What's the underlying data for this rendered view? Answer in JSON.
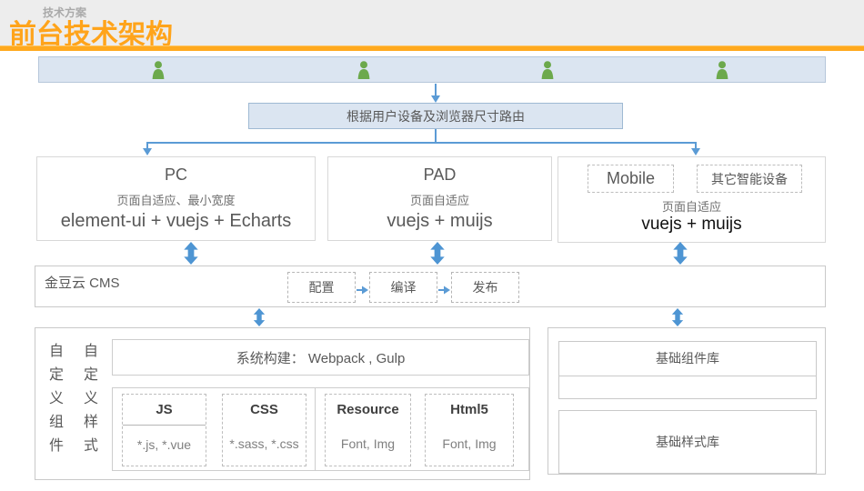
{
  "header": {
    "eyebrow": "技术方案",
    "title": "前台技术架构"
  },
  "router": {
    "label": "根据用户设备及浏览器尺寸路由"
  },
  "devices": {
    "pc": {
      "title": "PC",
      "subtitle": "页面自适应、最小宽度",
      "stack": "element-ui + vuejs + Echarts"
    },
    "pad": {
      "title": "PAD",
      "subtitle": "页面自适应",
      "stack": "vuejs + muijs"
    },
    "mobile": {
      "tags": [
        "Mobile",
        "其它智能设备"
      ],
      "subtitle": "页面自适应",
      "stack": "vuejs + muijs"
    }
  },
  "cms": {
    "label": "金豆云 CMS",
    "pipeline": [
      "配置",
      "编译",
      "发布"
    ]
  },
  "build": {
    "left_labels": [
      "自定义组件",
      "自定义样式"
    ],
    "system_label": "系统构建： Webpack , Gulp",
    "modules": [
      {
        "title": "JS",
        "detail": "*.js, *.vue"
      },
      {
        "title": "CSS",
        "detail": "*.sass, *.css"
      },
      {
        "title": "Resource",
        "detail": "Font, Img"
      },
      {
        "title": "Html5",
        "detail": "Font, Img"
      }
    ]
  },
  "libs": {
    "component_lib": "基础组件库",
    "style_lib": "基础样式库"
  },
  "icons": {
    "user": "user-icon",
    "arrow_down": "arrow-down-icon",
    "double_arrow": "double-arrow-vertical-icon",
    "flow_arrow": "arrow-right-icon"
  },
  "colors": {
    "accent_orange": "#FFA91E",
    "title_orange": "#FFA41B",
    "arrow_blue": "#5B9BD5",
    "panel_blue_bg": "#DBE5F1",
    "user_green": "#6CA94C",
    "text_gray": "#595959"
  }
}
